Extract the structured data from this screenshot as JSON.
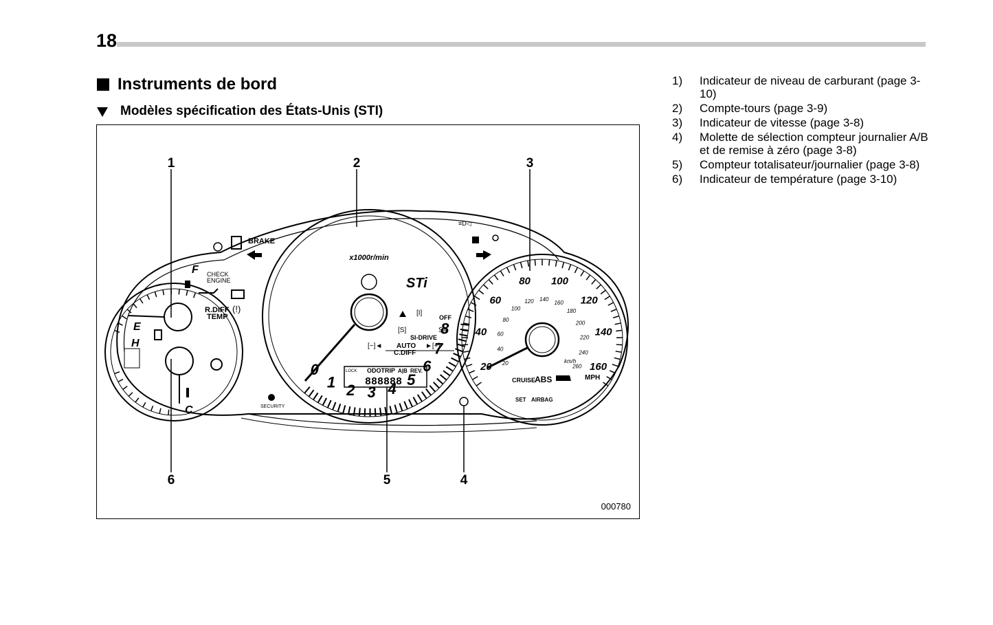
{
  "page": {
    "number": "18"
  },
  "section": {
    "title": "Instruments de bord"
  },
  "subsection": {
    "title": "Modèles spécification des États-Unis (STI)"
  },
  "figure": {
    "code": "000780",
    "callouts": [
      "1",
      "2",
      "3",
      "4",
      "5",
      "6"
    ],
    "tachometer": {
      "scale": [
        "0",
        "1",
        "2",
        "3",
        "4",
        "5",
        "6",
        "7",
        "8"
      ],
      "unit_label": "x1000r/min",
      "logo": "STi"
    },
    "speedometer": {
      "mph_scale": [
        "20",
        "40",
        "60",
        "80",
        "100",
        "120",
        "140",
        "160"
      ],
      "kmh_scale": [
        "20",
        "40",
        "60",
        "80",
        "100",
        "120",
        "140",
        "160",
        "180",
        "200",
        "220",
        "240",
        "260"
      ],
      "mph_label": "MPH",
      "kmh_label": "km/h"
    },
    "fuel_gauge": {
      "full": "F",
      "empty": "E"
    },
    "temp_gauge": {
      "hot": "H",
      "cold": "C"
    },
    "warning_labels": {
      "brake": "BRAKE",
      "check_engine_1": "CHECK",
      "check_engine_2": "ENGINE",
      "rdiff_1": "R.DIFF",
      "rdiff_2": "TEMP",
      "security": "SECURITY",
      "cruise": "CRUISE",
      "abs": "ABS",
      "set": "SET",
      "airbag": "AIRBAG",
      "off": "OFF"
    },
    "center_display": {
      "si_drive": "SI-DRIVE",
      "si_s": "[S]",
      "si_i": "[I]",
      "si_sharp": "S#",
      "auto": "AUTO",
      "minus": "[−]◄",
      "plus": "►[+]",
      "c_diff": "C.DIFF",
      "lock": "LOCK",
      "odo_trip": "ODOTRIP",
      "ab": "A|B",
      "rev": "REV.",
      "digits": "888888"
    }
  },
  "legend": [
    {
      "num": "1)",
      "text": "Indicateur de niveau de carburant (page 3-10)"
    },
    {
      "num": "2)",
      "text": "Compte-tours (page 3-9)"
    },
    {
      "num": "3)",
      "text": "Indicateur de vitesse (page 3-8)"
    },
    {
      "num": "4)",
      "text": "Molette de sélection compteur journalier A/B et de remise à zéro (page 3-8)"
    },
    {
      "num": "5)",
      "text": "Compteur totalisateur/journalier (page 3-8)"
    },
    {
      "num": "6)",
      "text": "Indicateur de température (page 3-10)"
    }
  ]
}
